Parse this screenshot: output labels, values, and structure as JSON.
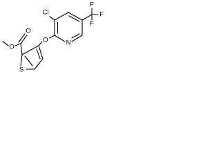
{
  "molecule": {
    "atoms": {
      "cl": "Cl",
      "o_ether": "O",
      "n_pyridine": "N",
      "f_top": "F",
      "f_right": "F",
      "f_bottom": "F",
      "o_carbonyl": "O",
      "o_ester": "O",
      "s_thiophene": "S"
    },
    "colors": {
      "bond": "#000000",
      "label": "#000000",
      "background": "#ffffff"
    }
  }
}
